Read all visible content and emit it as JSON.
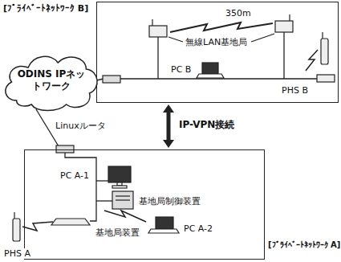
{
  "diagram": {
    "nodes": [
      {
        "text": [
          "[ﾌﾟﾗｲﾍﾞｰﾄﾈｯﾄﾜｰｸ B]"
        ]
      },
      {
        "text": [
          "ODINS IPネットワーク"
        ]
      },
      {
        "text": [
          "[ﾌﾟﾗｲﾍﾞｰﾄﾈｯﾄﾜｰｸ A]"
        ]
      }
    ],
    "edges": [
      {
        "from": 0,
        "to": 2,
        "arrow": "both",
        "label": "IP-VPN接続"
      }
    ],
    "labels": [
      "350m",
      "無線LAN基地局",
      "PC B",
      "PHS B",
      "Linuxルータ",
      "PC A-1",
      "基地局制御装置",
      "PHS A",
      "基地局装置",
      "PC A-2"
    ]
  }
}
